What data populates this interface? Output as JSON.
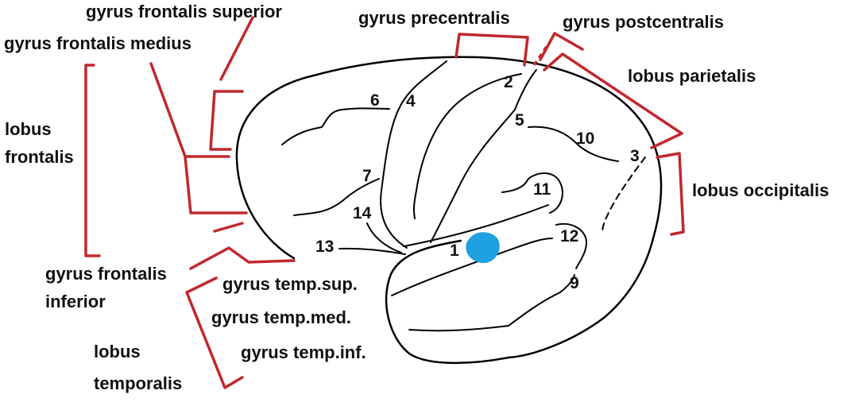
{
  "labels": {
    "gyrus_frontalis_superior": "gyrus frontalis superior",
    "gyrus_frontalis_medius": "gyrus frontalis medius",
    "lobus_frontalis_line1": "lobus",
    "lobus_frontalis_line2": "frontalis",
    "gyrus_frontalis_inferior_line1": "gyrus frontalis",
    "gyrus_frontalis_inferior_line2": "inferior",
    "lobus_temporalis_line1": "lobus",
    "lobus_temporalis_line2": "temporalis",
    "gyrus_temp_sup": "gyrus temp.sup.",
    "gyrus_temp_med": "gyrus temp.med.",
    "gyrus_temp_inf": "gyrus temp.inf.",
    "gyrus_precentralis": "gyrus precentralis",
    "gyrus_postcentralis": "gyrus postcentralis",
    "lobus_parietalis": "lobus parietalis",
    "lobus_occipitalis": "lobus occipitalis"
  },
  "numbers": {
    "n1": "1",
    "n2": "2",
    "n3": "3",
    "n4": "4",
    "n5": "5",
    "n6": "6",
    "n7": "7",
    "n9": "9",
    "n10": "10",
    "n11": "11",
    "n12": "12",
    "n13": "13",
    "n14": "14"
  },
  "colors": {
    "outline": "#000000",
    "bracket": "#c0282d",
    "marker": "#1fa0e0",
    "text": "#111111"
  }
}
